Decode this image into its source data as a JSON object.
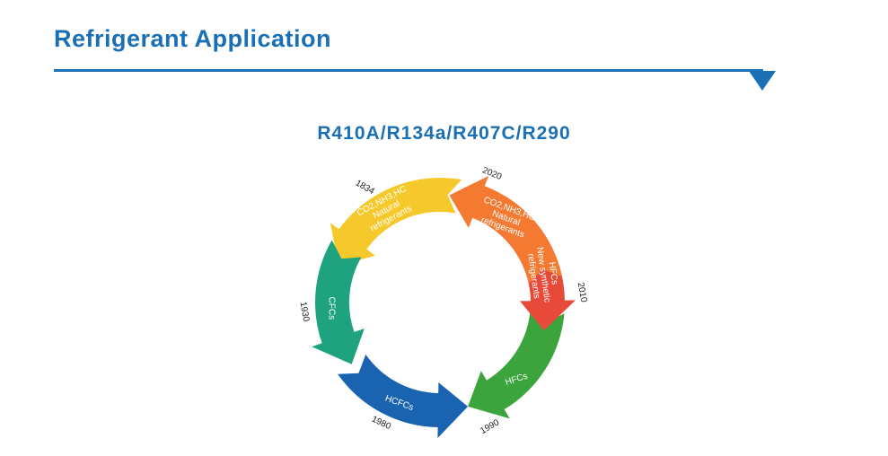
{
  "header": {
    "title": "Refrigerant Application",
    "accent_color": "#1a6fb5"
  },
  "subtitle": "R410A/R134a/R407C/R290",
  "cycle": {
    "segments": [
      {
        "lines": [
          "CO2,NH3,HC",
          "Natural",
          "refrigerants"
        ],
        "color": "#f5c92b"
      },
      {
        "lines": [
          "CFCs"
        ],
        "color": "#1fa37e"
      },
      {
        "lines": [
          "HCFCs"
        ],
        "color": "#1a63b0"
      },
      {
        "lines": [
          "HFCs"
        ],
        "color": "#3ca43c"
      },
      {
        "lines": [
          "HFCs",
          "New synthetic",
          "refrigerants"
        ],
        "color": "#e84a3a"
      },
      {
        "lines": [
          "CO2,NH3,HC",
          "Natural",
          "refrigerants"
        ],
        "color": "#f47a32"
      }
    ],
    "years": [
      "1834",
      "1930",
      "1980",
      "1990",
      "2010",
      "2020"
    ]
  }
}
